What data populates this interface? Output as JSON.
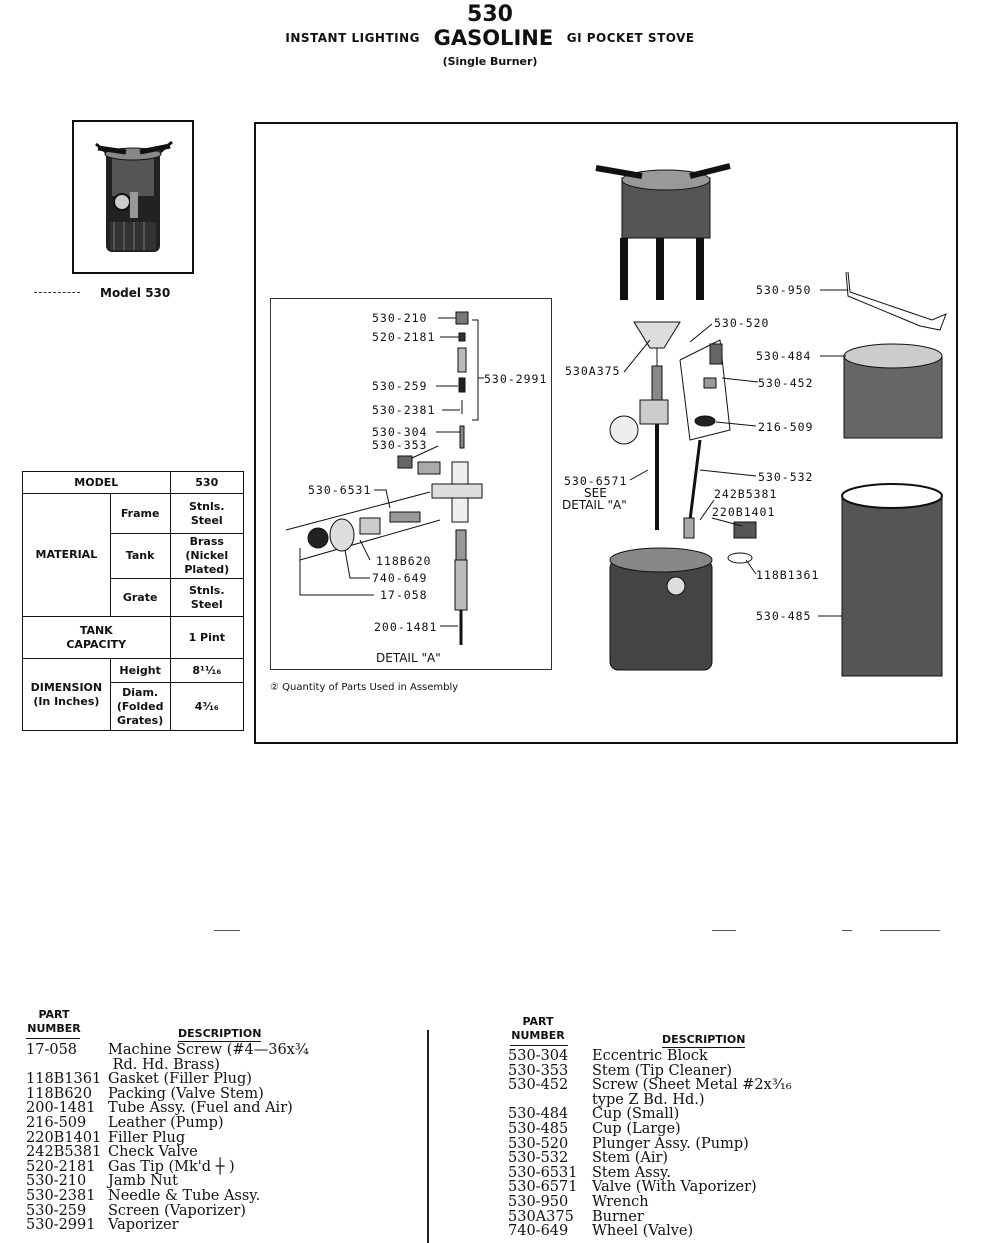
{
  "header": {
    "model_number": "530",
    "left_text": "INSTANT LIGHTING",
    "main_text": "GASOLINE",
    "right_text": "GI POCKET STOVE",
    "subtitle": "(Single Burner)"
  },
  "model_caption": "Model 530",
  "spec_table": {
    "model_label": "MODEL",
    "model_value": "530",
    "material_label": "MATERIAL",
    "frame_label": "Frame",
    "frame_value": [
      "Stnls.",
      "Steel"
    ],
    "tank_label": "Tank",
    "tank_value": [
      "Brass",
      "(Nickel",
      "Plated)"
    ],
    "grate_label": "Grate",
    "grate_value": [
      "Stnls.",
      "Steel"
    ],
    "capacity_label": [
      "TANK",
      "CAPACITY"
    ],
    "capacity_value": "1 Pint",
    "dimension_label": [
      "DIMENSION",
      "(In Inches)"
    ],
    "height_label": "Height",
    "height_value": "8¹¹⁄₁₆",
    "diam_label": [
      "Diam.",
      "(Folded",
      "Grates)"
    ],
    "diam_value": "4³⁄₁₆"
  },
  "diagram_labels": {
    "l_530_210": "530-210",
    "l_520_2181": "520-2181",
    "l_530_259": "530-259",
    "l_530_2991": "530-2991",
    "l_530_2381": "530-2381",
    "l_530_304": "530-304",
    "l_530_353": "530-353",
    "l_530_6531": "530-6531",
    "l_118B620": "118B620",
    "l_740_649": "740-649",
    "l_17_058": "17-058",
    "l_200_1481": "200-1481",
    "detail_caption": "DETAIL \"A\"",
    "l_530_950": "530-950",
    "l_530_520": "530-520",
    "l_530A375": "530A375",
    "l_530_484": "530-484",
    "l_530_452": "530-452",
    "l_216_509": "216-509",
    "l_530_6571": "530-6571",
    "see": "SEE",
    "see_detail": "DETAIL \"A\"",
    "l_530_532": "530-532",
    "l_242B5381": "242B5381",
    "l_220B1401": "220B1401",
    "l_118B1361": "118B1361",
    "l_530_485": "530-485",
    "footnote": "Quantity of Parts Used in Assembly"
  },
  "parts_header": {
    "part": "PART",
    "number": "NUMBER",
    "description": "DESCRIPTION"
  },
  "parts_left": [
    {
      "number": "17-058",
      "description": "Machine Screw (#4—36x¾\n Rd. Hd. Brass)"
    },
    {
      "number": "118B1361",
      "description": "Gasket (Filler Plug)"
    },
    {
      "number": "118B620",
      "description": "Packing (Valve Stem)"
    },
    {
      "number": "200-1481",
      "description": "Tube Assy. (Fuel and Air)"
    },
    {
      "number": "216-509",
      "description": "Leather (Pump)"
    },
    {
      "number": "220B1401",
      "description": "Filler Plug"
    },
    {
      "number": "242B5381",
      "description": "Check Valve"
    },
    {
      "number": "520-2181",
      "description": "Gas Tip (Mk'd ┼ )"
    },
    {
      "number": "530-210",
      "description": "Jamb Nut"
    },
    {
      "number": "530-2381",
      "description": "Needle & Tube Assy."
    },
    {
      "number": "530-259",
      "description": "Screen (Vaporizer)"
    },
    {
      "number": "530-2991",
      "description": "Vaporizer"
    }
  ],
  "parts_right": [
    {
      "number": "530-304",
      "description": "Eccentric Block"
    },
    {
      "number": "530-353",
      "description": "Stem (Tip Cleaner)"
    },
    {
      "number": "530-452",
      "description": "Screw (Sheet Metal #2x³⁄₁₆\ntype Z Bd. Hd.)"
    },
    {
      "number": "530-484",
      "description": "Cup (Small)"
    },
    {
      "number": "530-485",
      "description": "Cup (Large)"
    },
    {
      "number": "530-520",
      "description": "Plunger Assy. (Pump)"
    },
    {
      "number": "530-532",
      "description": "Stem (Air)"
    },
    {
      "number": "530-6531",
      "description": "Stem Assy."
    },
    {
      "number": "530-6571",
      "description": "Valve (With Vaporizer)"
    },
    {
      "number": "530-950",
      "description": "Wrench"
    },
    {
      "number": "530A375",
      "description": "Burner"
    },
    {
      "number": "740-649",
      "description": "Wheel (Valve)"
    }
  ]
}
